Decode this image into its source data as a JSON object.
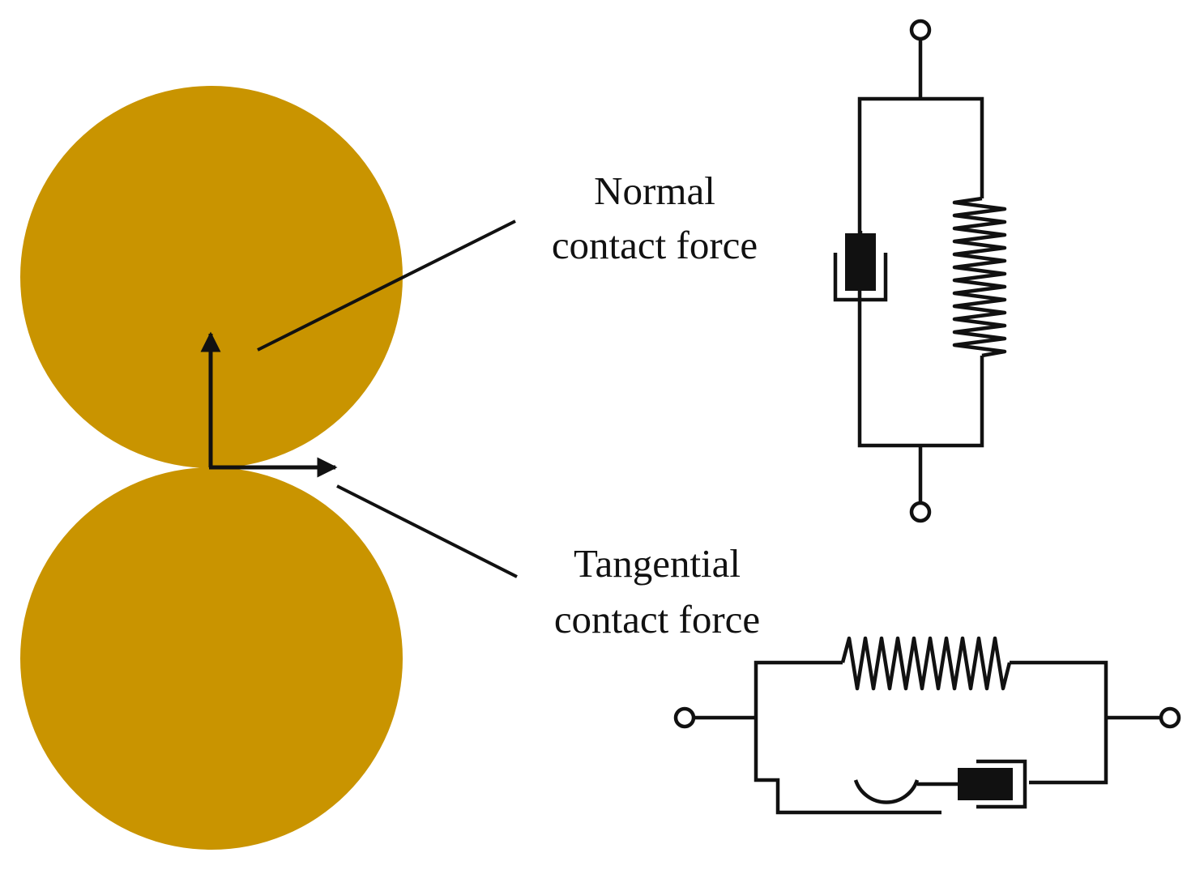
{
  "labels": {
    "normal_line1": "Normal",
    "normal_line2": "contact force",
    "tangential_line1": "Tangential",
    "tangential_line2": "contact force"
  },
  "colors": {
    "particle_fill": "#c99400",
    "line": "#111111",
    "background": "#ffffff"
  }
}
